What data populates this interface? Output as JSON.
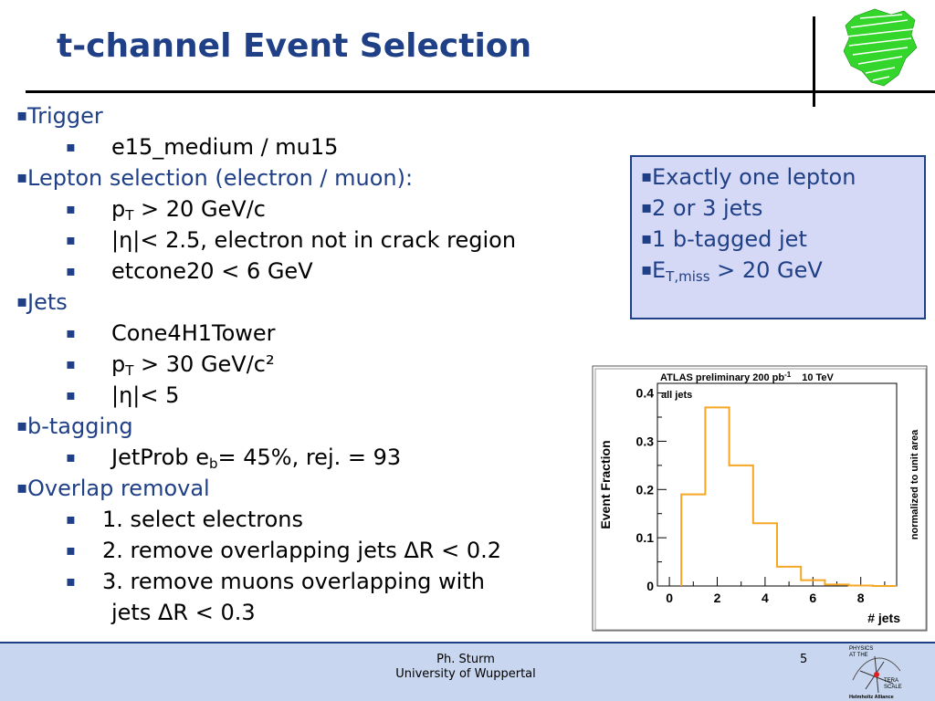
{
  "slide": {
    "title": "t-channel Event Selection",
    "bullet_marker": "▪",
    "items": [
      {
        "level": 1,
        "text": "Trigger"
      },
      {
        "level": 2,
        "text": "e15_medium / mu15"
      },
      {
        "level": 1,
        "text": "Lepton selection (electron / muon):"
      },
      {
        "level": 2,
        "text": "p",
        "sub": "T",
        "after": " > 20 GeV/c"
      },
      {
        "level": 2,
        "text": "|η|< 2.5, electron not in crack region"
      },
      {
        "level": 2,
        "text": "etcone20 < 6 GeV"
      },
      {
        "level": 1,
        "text": "Jets"
      },
      {
        "level": 2,
        "text": "Cone4H1Tower"
      },
      {
        "level": 2,
        "text": "p",
        "sub": "T",
        "after": " > 30 GeV/c²"
      },
      {
        "level": 2,
        "text": "|η|< 5"
      },
      {
        "level": 1,
        "text": "b-tagging"
      },
      {
        "level": 2,
        "text": "JetProb  e",
        "sub": "b",
        "after": "= 45%,  rej. = 93"
      },
      {
        "level": 1,
        "text": "Overlap removal"
      },
      {
        "level": 2,
        "numbered": true,
        "text": "1. select electrons"
      },
      {
        "level": 2,
        "numbered": true,
        "text": "2. remove overlapping jets ΔR < 0.2"
      },
      {
        "level": 2,
        "numbered": true,
        "text": "3. remove muons overlapping with"
      },
      {
        "level": 3,
        "text": "jets ΔR < 0.3"
      }
    ]
  },
  "summary_box": {
    "items": [
      {
        "text": "Exactly one lepton"
      },
      {
        "text": "2 or 3 jets"
      },
      {
        "text": "1 b-tagged jet"
      },
      {
        "text": "E",
        "sub": "T,miss",
        "after": " > 20 GeV"
      }
    ]
  },
  "chart_data": {
    "type": "step",
    "title": "ATLAS preliminary 200 pb",
    "title_sup": "-1",
    "title_suffix": "10 TeV",
    "legend": "all jets",
    "xlabel": "# jets",
    "ylabel": "Event Fraction",
    "right_label": "normalized to unit area",
    "xlim": [
      -0.5,
      9.5
    ],
    "ylim": [
      0,
      0.42
    ],
    "xticks": [
      0,
      2,
      4,
      6,
      8
    ],
    "yticks": [
      0,
      0.1,
      0.2,
      0.3,
      0.4
    ],
    "ytick_labels": [
      "0",
      "0.1",
      "0.2",
      "0.3",
      "0.4"
    ],
    "bin_edges": [
      0.5,
      1.5,
      2.5,
      3.5,
      4.5,
      5.5,
      6.5,
      7.5,
      8.5,
      9.5
    ],
    "values": [
      0.19,
      0.37,
      0.25,
      0.13,
      0.04,
      0.012,
      0.003,
      0.001,
      0.0
    ],
    "color": "#f5a623"
  },
  "footer": {
    "author": "Ph. Sturm",
    "institution": "University of Wuppertal",
    "page": "5",
    "logo_text": [
      "PHYSICS",
      "AT THE",
      "TERA",
      "SCALE",
      "Helmholtz Alliance"
    ]
  },
  "colors": {
    "heading": "#1f3f86",
    "box_fill": "#d5d9f6",
    "footer_fill": "#c9d6ef",
    "logo_green": "#35d62c"
  }
}
